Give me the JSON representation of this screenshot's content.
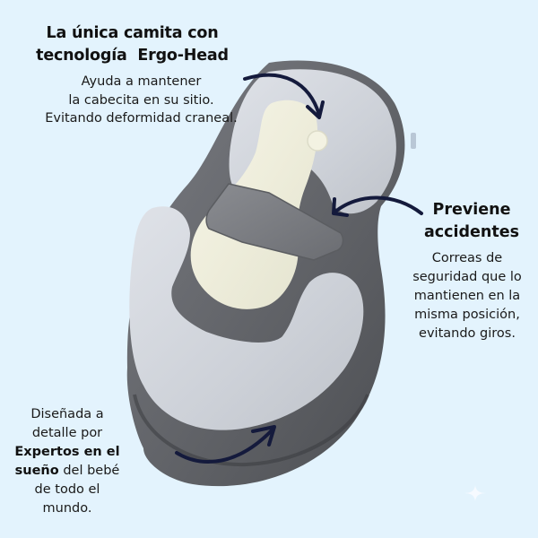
{
  "colors": {
    "background": "#e3f3fd",
    "arrow": "#141a3c",
    "text": "#111111",
    "cushion_light": "#d3d7df",
    "cushion_dark": "#6e7075",
    "mattress": "#efeedd"
  },
  "callout_top": {
    "title_line1": "La única camita con",
    "title_line2": "tecnología  Ergo-Head",
    "desc_line1": "Ayuda a mantener",
    "desc_line2": "la cabecita en su sitio.",
    "desc_line3": "Evitando deformidad craneal."
  },
  "callout_right": {
    "title_line1": "Previene",
    "title_line2": "accidentes",
    "desc_line1": "Correas de",
    "desc_line2": "seguridad que lo",
    "desc_line3": "mantienen en la",
    "desc_line4": "misma posición,",
    "desc_line5": "evitando giros."
  },
  "callout_bottom": {
    "line1": "Diseñada a",
    "line2": "detalle por",
    "bold_line3": "Expertos en el",
    "bold_line4_part": "sueño",
    "line4_rest": " del bebé",
    "line5": "de todo el",
    "line6": "mundo."
  },
  "icons": {
    "arrow_top": "curved-arrow-down-right",
    "arrow_right": "curved-arrow-left",
    "arrow_bottom": "curved-arrow-up-right",
    "sparkle": "four-point-star"
  }
}
